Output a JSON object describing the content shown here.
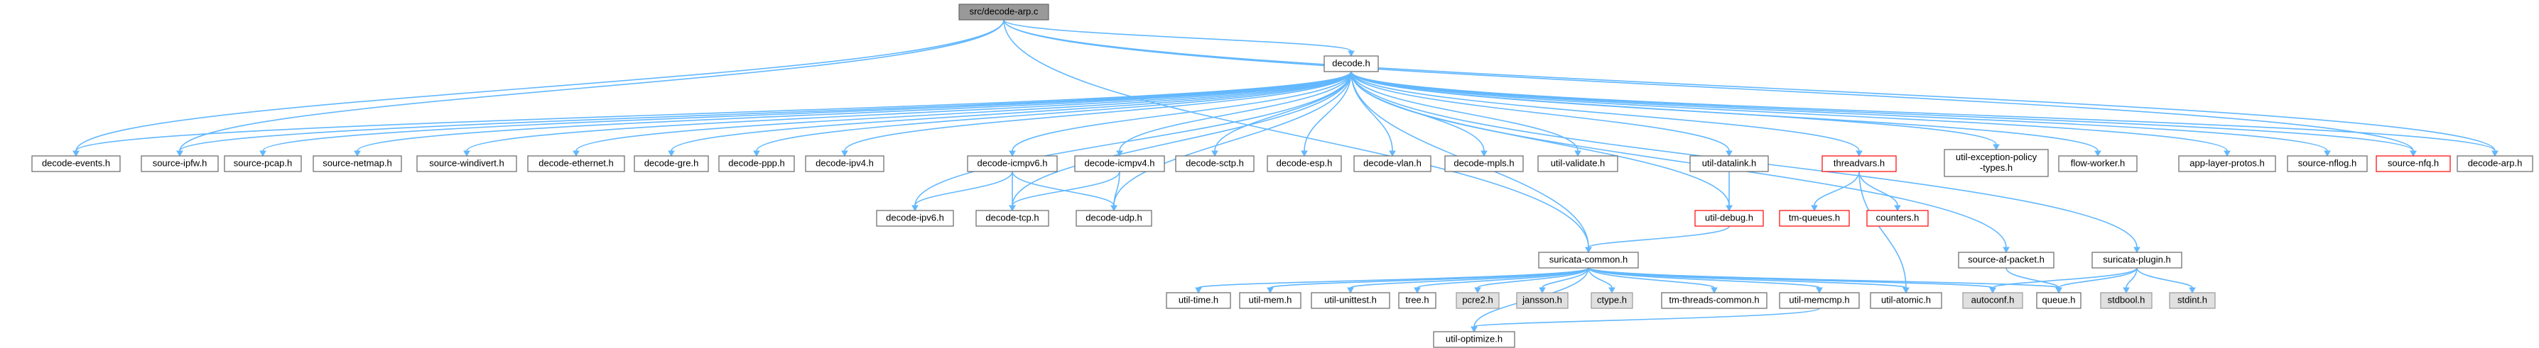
{
  "graph": {
    "colors": {
      "edge": "#63b8ff",
      "node_fill": "#ffffff",
      "node_border": "#666666",
      "root_fill": "#999999",
      "root_border": "#666666",
      "missing_border": "#ff0000",
      "external_fill": "#e0e0e0",
      "external_border": "#999999",
      "text": "#000000"
    },
    "nodes": [
      {
        "id": "decode_arp_c",
        "label": "src/decode-arp.c",
        "kind": "root"
      },
      {
        "id": "decode_h",
        "label": "decode.h",
        "kind": "normal"
      },
      {
        "id": "decode_events_h",
        "label": "decode-events.h",
        "kind": "normal"
      },
      {
        "id": "source_ipfw_h",
        "label": "source-ipfw.h",
        "kind": "normal"
      },
      {
        "id": "source_pcap_h",
        "label": "source-pcap.h",
        "kind": "normal"
      },
      {
        "id": "source_netmap_h",
        "label": "source-netmap.h",
        "kind": "normal"
      },
      {
        "id": "source_windivert_h",
        "label": "source-windivert.h",
        "kind": "normal"
      },
      {
        "id": "decode_ethernet_h",
        "label": "decode-ethernet.h",
        "kind": "normal"
      },
      {
        "id": "decode_gre_h",
        "label": "decode-gre.h",
        "kind": "normal"
      },
      {
        "id": "decode_ppp_h",
        "label": "decode-ppp.h",
        "kind": "normal"
      },
      {
        "id": "decode_ipv4_h",
        "label": "decode-ipv4.h",
        "kind": "normal"
      },
      {
        "id": "decode_icmpv6_h",
        "label": "decode-icmpv6.h",
        "kind": "normal"
      },
      {
        "id": "decode_icmpv4_h",
        "label": "decode-icmpv4.h",
        "kind": "normal"
      },
      {
        "id": "decode_sctp_h",
        "label": "decode-sctp.h",
        "kind": "normal"
      },
      {
        "id": "decode_esp_h",
        "label": "decode-esp.h",
        "kind": "normal"
      },
      {
        "id": "decode_vlan_h",
        "label": "decode-vlan.h",
        "kind": "normal"
      },
      {
        "id": "decode_mpls_h",
        "label": "decode-mpls.h",
        "kind": "normal"
      },
      {
        "id": "util_validate_h",
        "label": "util-validate.h",
        "kind": "normal"
      },
      {
        "id": "util_datalink_h",
        "label": "util-datalink.h",
        "kind": "normal"
      },
      {
        "id": "threadvars_h",
        "label": "threadvars.h",
        "kind": "missing"
      },
      {
        "id": "util_exception_h",
        "label": [
          "util-exception-policy",
          "-types.h"
        ],
        "kind": "normal"
      },
      {
        "id": "flow_worker_h",
        "label": "flow-worker.h",
        "kind": "normal"
      },
      {
        "id": "app_layer_protos_h",
        "label": "app-layer-protos.h",
        "kind": "normal"
      },
      {
        "id": "source_nflog_h",
        "label": "source-nflog.h",
        "kind": "normal"
      },
      {
        "id": "source_nfq_h",
        "label": "source-nfq.h",
        "kind": "missing"
      },
      {
        "id": "decode_arp_h",
        "label": "decode-arp.h",
        "kind": "normal"
      },
      {
        "id": "decode_ipv6_h",
        "label": "decode-ipv6.h",
        "kind": "normal"
      },
      {
        "id": "decode_tcp_h",
        "label": "decode-tcp.h",
        "kind": "normal"
      },
      {
        "id": "decode_udp_h",
        "label": "decode-udp.h",
        "kind": "normal"
      },
      {
        "id": "util_debug_h",
        "label": "util-debug.h",
        "kind": "missing"
      },
      {
        "id": "tm_queues_h",
        "label": "tm-queues.h",
        "kind": "missing"
      },
      {
        "id": "counters_h",
        "label": "counters.h",
        "kind": "missing"
      },
      {
        "id": "suricata_common_h",
        "label": "suricata-common.h",
        "kind": "normal"
      },
      {
        "id": "source_af_packet_h",
        "label": "source-af-packet.h",
        "kind": "normal"
      },
      {
        "id": "suricata_plugin_h",
        "label": "suricata-plugin.h",
        "kind": "normal"
      },
      {
        "id": "util_time_h",
        "label": "util-time.h",
        "kind": "normal"
      },
      {
        "id": "util_mem_h",
        "label": "util-mem.h",
        "kind": "normal"
      },
      {
        "id": "util_unittest_h",
        "label": "util-unittest.h",
        "kind": "normal"
      },
      {
        "id": "tree_h",
        "label": "tree.h",
        "kind": "normal"
      },
      {
        "id": "pcre2_h",
        "label": "pcre2.h",
        "kind": "external"
      },
      {
        "id": "jansson_h",
        "label": "jansson.h",
        "kind": "external"
      },
      {
        "id": "ctype_h",
        "label": "ctype.h",
        "kind": "external"
      },
      {
        "id": "tm_threads_common_h",
        "label": "tm-threads-common.h",
        "kind": "normal"
      },
      {
        "id": "util_memcmp_h",
        "label": "util-memcmp.h",
        "kind": "normal"
      },
      {
        "id": "util_atomic_h",
        "label": "util-atomic.h",
        "kind": "normal"
      },
      {
        "id": "autoconf_h",
        "label": "autoconf.h",
        "kind": "external"
      },
      {
        "id": "queue_h",
        "label": "queue.h",
        "kind": "normal"
      },
      {
        "id": "stdbool_h",
        "label": "stdbool.h",
        "kind": "external"
      },
      {
        "id": "stdint_h",
        "label": "stdint.h",
        "kind": "external"
      },
      {
        "id": "util_optimize_h",
        "label": "util-optimize.h",
        "kind": "normal"
      }
    ],
    "edges": [
      [
        "decode_arp_c",
        "decode_h"
      ],
      [
        "decode_arp_c",
        "decode_events_h"
      ],
      [
        "decode_arp_c",
        "source_ipfw_h"
      ],
      [
        "decode_arp_c",
        "suricata_common_h"
      ],
      [
        "decode_arp_c",
        "decode_arp_h"
      ],
      [
        "decode_arp_c",
        "source_nfq_h"
      ],
      [
        "decode_h",
        "decode_events_h"
      ],
      [
        "decode_h",
        "source_ipfw_h"
      ],
      [
        "decode_h",
        "source_pcap_h"
      ],
      [
        "decode_h",
        "source_netmap_h"
      ],
      [
        "decode_h",
        "source_windivert_h"
      ],
      [
        "decode_h",
        "decode_ethernet_h"
      ],
      [
        "decode_h",
        "decode_gre_h"
      ],
      [
        "decode_h",
        "decode_ppp_h"
      ],
      [
        "decode_h",
        "decode_ipv4_h"
      ],
      [
        "decode_h",
        "decode_icmpv6_h"
      ],
      [
        "decode_h",
        "decode_icmpv4_h"
      ],
      [
        "decode_h",
        "decode_sctp_h"
      ],
      [
        "decode_h",
        "decode_esp_h"
      ],
      [
        "decode_h",
        "decode_vlan_h"
      ],
      [
        "decode_h",
        "decode_mpls_h"
      ],
      [
        "decode_h",
        "util_validate_h"
      ],
      [
        "decode_h",
        "util_datalink_h"
      ],
      [
        "decode_h",
        "threadvars_h"
      ],
      [
        "decode_h",
        "util_exception_h"
      ],
      [
        "decode_h",
        "flow_worker_h"
      ],
      [
        "decode_h",
        "app_layer_protos_h"
      ],
      [
        "decode_h",
        "source_nflog_h"
      ],
      [
        "decode_h",
        "source_nfq_h"
      ],
      [
        "decode_h",
        "decode_arp_h"
      ],
      [
        "decode_h",
        "decode_ipv6_h"
      ],
      [
        "decode_h",
        "decode_tcp_h"
      ],
      [
        "decode_h",
        "decode_udp_h"
      ],
      [
        "decode_h",
        "util_debug_h"
      ],
      [
        "decode_h",
        "suricata_common_h"
      ],
      [
        "decode_h",
        "source_af_packet_h"
      ],
      [
        "decode_h",
        "suricata_plugin_h"
      ],
      [
        "decode_icmpv6_h",
        "decode_ipv6_h"
      ],
      [
        "decode_icmpv6_h",
        "decode_tcp_h"
      ],
      [
        "decode_icmpv6_h",
        "decode_udp_h"
      ],
      [
        "decode_icmpv4_h",
        "decode_tcp_h"
      ],
      [
        "decode_icmpv4_h",
        "decode_udp_h"
      ],
      [
        "util_datalink_h",
        "util_debug_h"
      ],
      [
        "util_debug_h",
        "suricata_common_h"
      ],
      [
        "threadvars_h",
        "tm_queues_h"
      ],
      [
        "threadvars_h",
        "counters_h"
      ],
      [
        "threadvars_h",
        "util_atomic_h"
      ],
      [
        "source_af_packet_h",
        "queue_h"
      ],
      [
        "suricata_plugin_h",
        "autoconf_h"
      ],
      [
        "suricata_plugin_h",
        "queue_h"
      ],
      [
        "suricata_plugin_h",
        "stdbool_h"
      ],
      [
        "suricata_plugin_h",
        "stdint_h"
      ],
      [
        "suricata_common_h",
        "util_time_h"
      ],
      [
        "suricata_common_h",
        "util_mem_h"
      ],
      [
        "suricata_common_h",
        "util_unittest_h"
      ],
      [
        "suricata_common_h",
        "tree_h"
      ],
      [
        "suricata_common_h",
        "pcre2_h"
      ],
      [
        "suricata_common_h",
        "jansson_h"
      ],
      [
        "suricata_common_h",
        "ctype_h"
      ],
      [
        "suricata_common_h",
        "tm_threads_common_h"
      ],
      [
        "suricata_common_h",
        "util_memcmp_h"
      ],
      [
        "suricata_common_h",
        "util_atomic_h"
      ],
      [
        "suricata_common_h",
        "autoconf_h"
      ],
      [
        "suricata_common_h",
        "queue_h"
      ],
      [
        "suricata_common_h",
        "util_optimize_h"
      ],
      [
        "util_memcmp_h",
        "util_optimize_h"
      ]
    ]
  }
}
